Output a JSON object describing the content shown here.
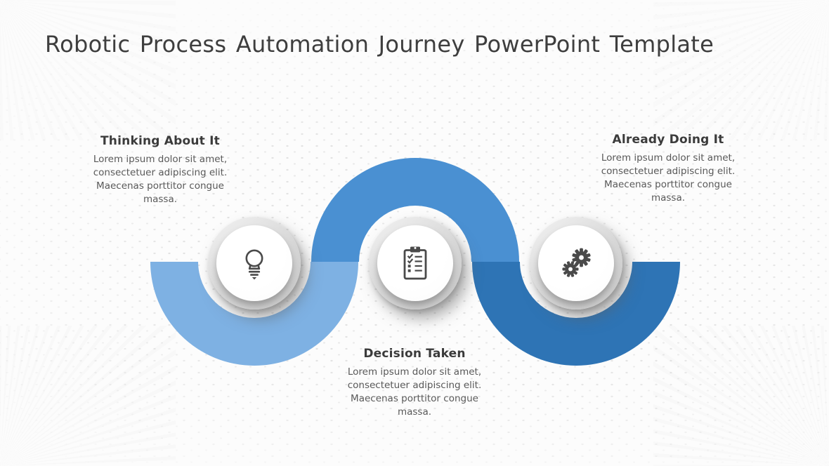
{
  "title": "Robotic Process Automation Journey PowerPoint Template",
  "stages": [
    {
      "name": "thinking-about-it",
      "heading": "Thinking About It",
      "body": "Lorem ipsum dolor sit amet, consectetuer adipiscing elit. Maecenas porttitor congue massa.",
      "icon": "lightbulb-icon",
      "arc_color": "#7EB1E3"
    },
    {
      "name": "decision-taken",
      "heading": "Decision Taken",
      "body": "Lorem ipsum dolor sit amet, consectetuer adipiscing elit. Maecenas porttitor congue massa.",
      "icon": "clipboard-checklist-icon",
      "arc_color": "#4A90D2"
    },
    {
      "name": "already-doing-it",
      "heading": "Already Doing It",
      "body": "Lorem ipsum dolor sit amet, consectetuer adipiscing elit. Maecenas porttitor congue massa.",
      "icon": "gears-icon",
      "arc_color": "#2E74B5"
    }
  ],
  "colors": {
    "background": "#FCFCFC",
    "title_text": "#3E3E3E",
    "heading_text": "#3B3B3B",
    "body_text": "#595959",
    "icon": "#4A4A4A",
    "node_ring": "#D6D6D6",
    "node_face": "#FFFFFF",
    "arc_light": "#7EB1E3",
    "arc_medium": "#4A90D2",
    "arc_dark": "#2E74B5"
  }
}
